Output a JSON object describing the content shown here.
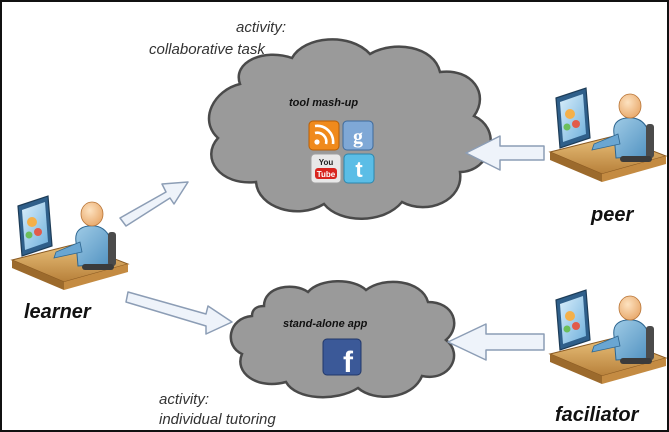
{
  "activity_top": {
    "line1": "activity:",
    "line2": "collaborative task"
  },
  "activity_bottom": {
    "line1": "activity:",
    "line2": "individual tutoring"
  },
  "clouds": {
    "top_title": "tool mash-up",
    "bottom_title": "stand-alone app"
  },
  "roles": {
    "learner": "learner",
    "peer": "peer",
    "facilitator": "faciliator"
  },
  "app_icons": {
    "rss": "rss-icon",
    "google": "g",
    "youtube_top": "You",
    "youtube_bottom": "Tube",
    "twitter": "t",
    "facebook": "f"
  },
  "colors": {
    "cloud_fill": "#9a9a9a",
    "cloud_stroke": "#4a4a4a",
    "arrow_fill": "#eef3fa",
    "arrow_stroke": "#8c9db5"
  }
}
